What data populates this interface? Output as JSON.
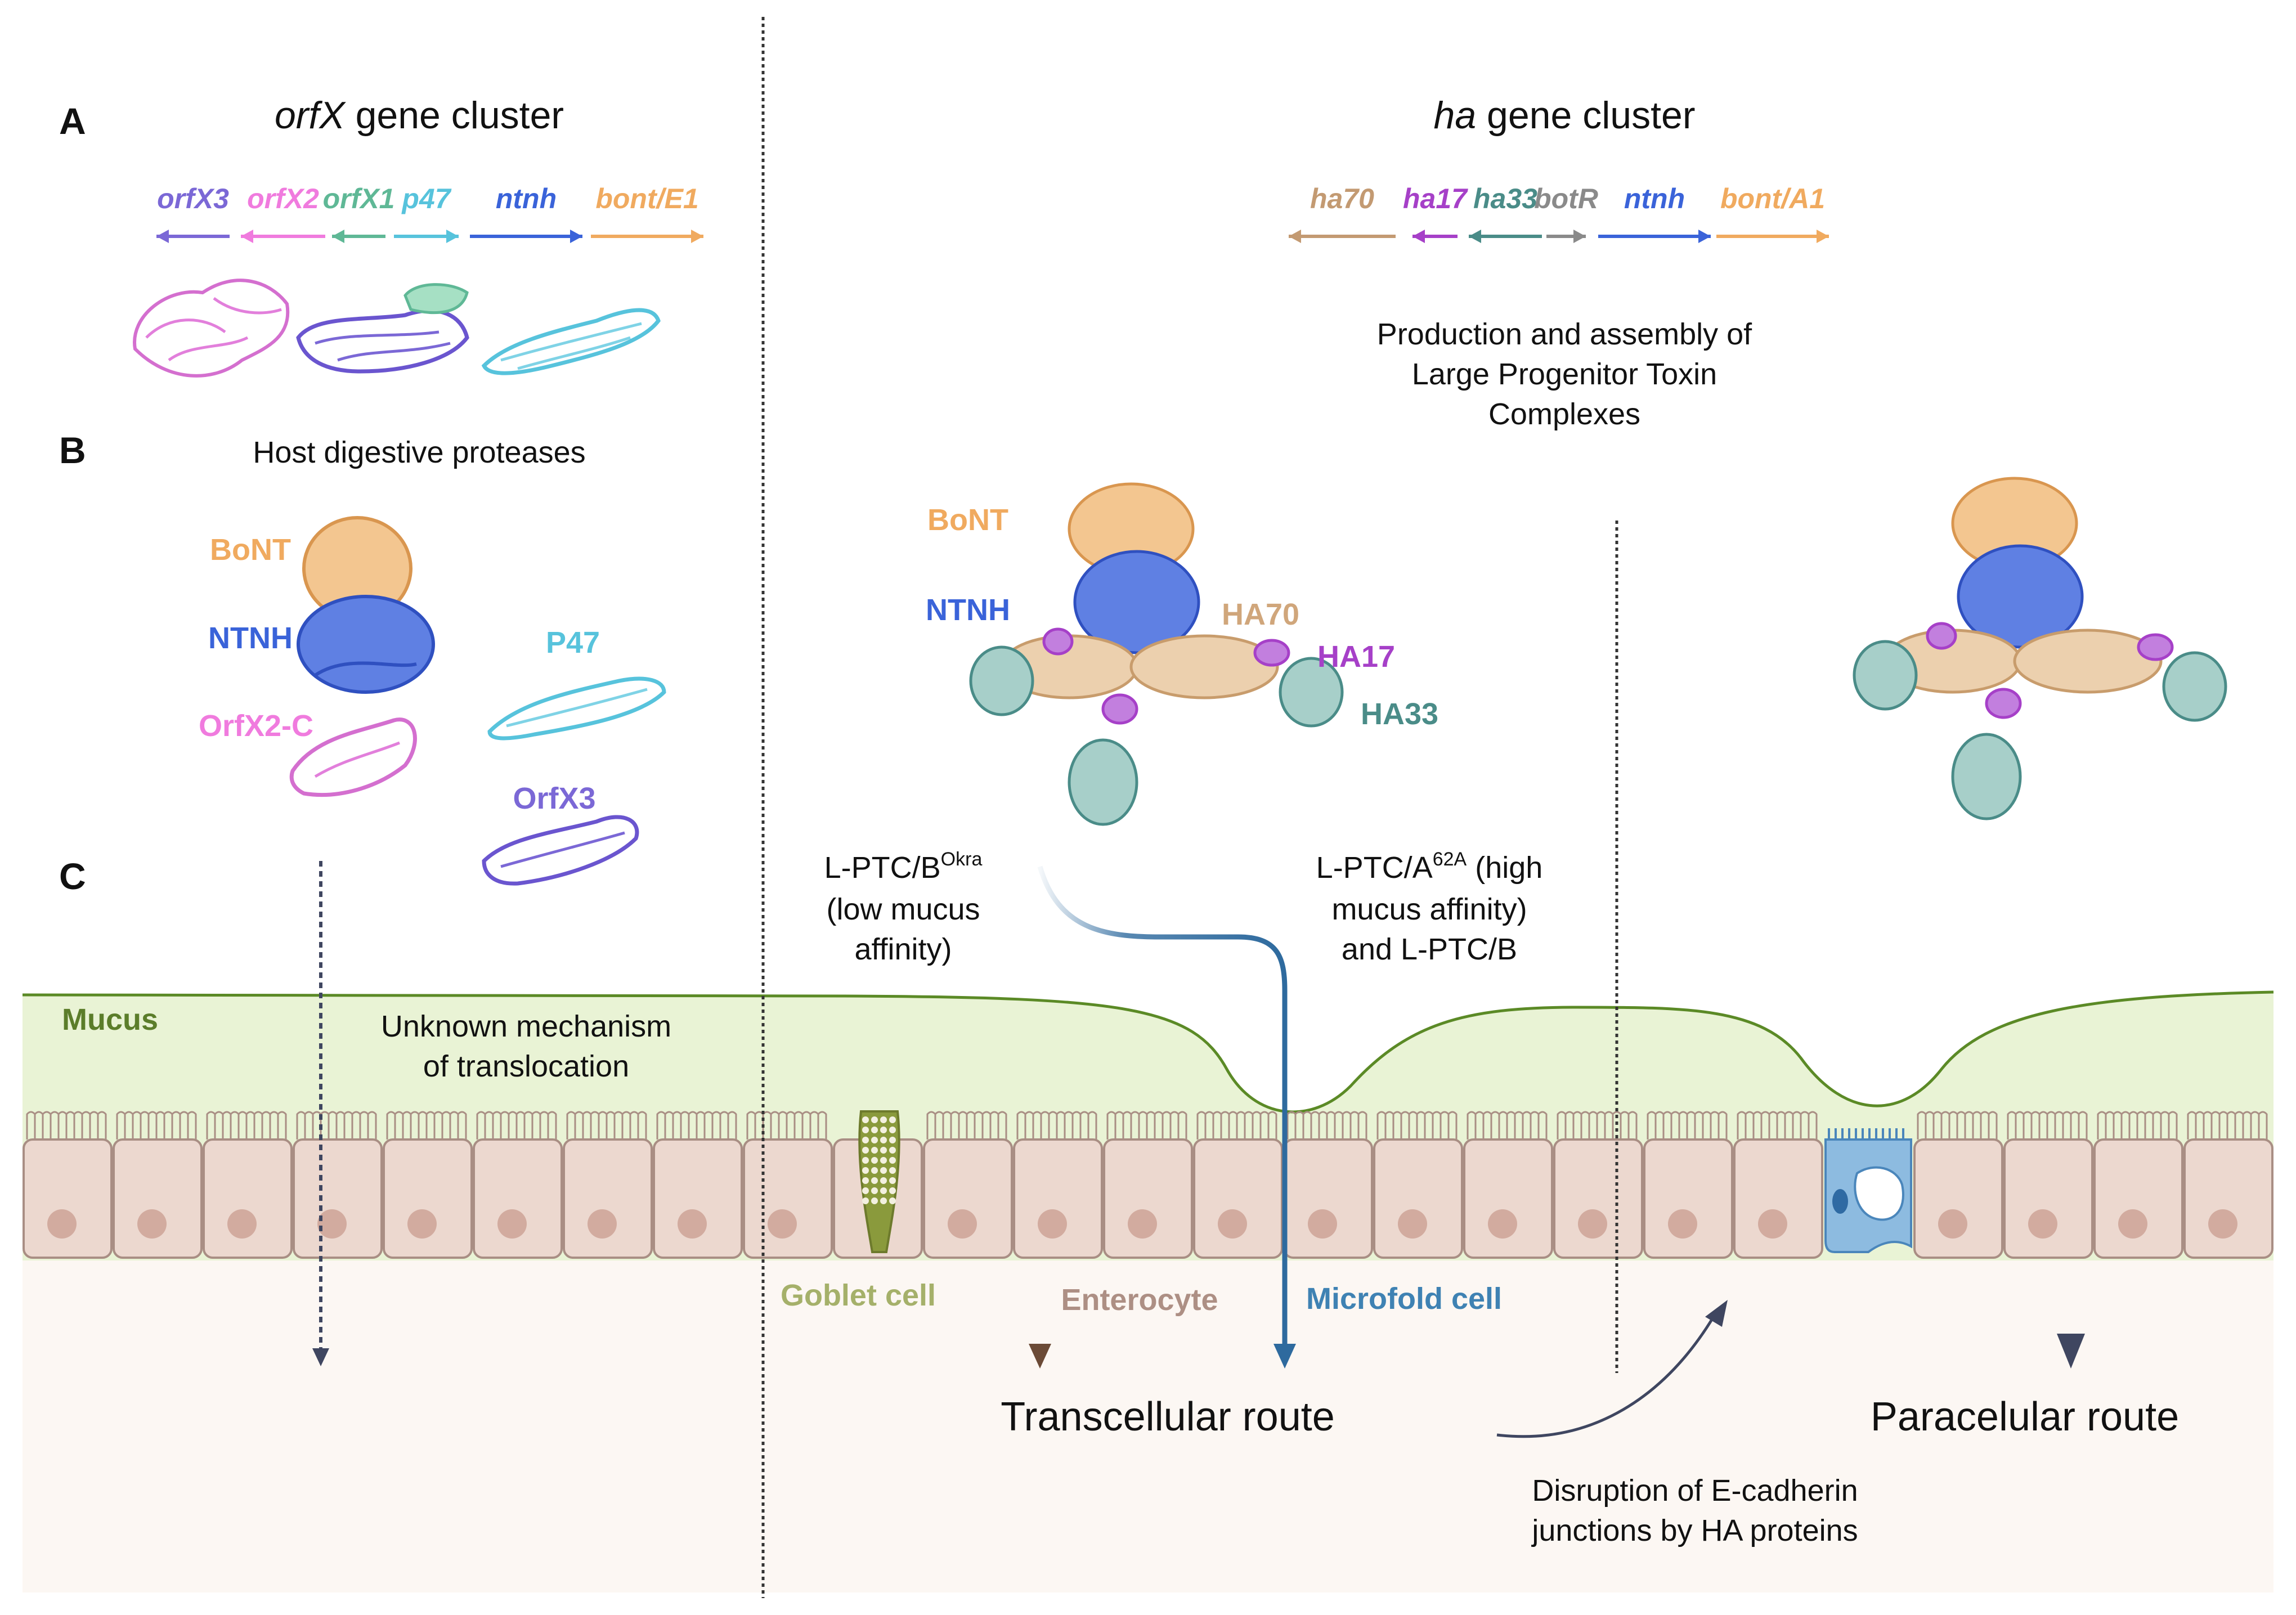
{
  "panels": {
    "a": "A",
    "b": "B",
    "c": "C"
  },
  "orfx_cluster": {
    "title_italic": "orfX",
    "title_rest": " gene cluster",
    "genes": [
      {
        "label": "orfX3",
        "color": "#7b68d6",
        "direction": "left"
      },
      {
        "label": "orfX2",
        "color": "#f07bde",
        "direction": "left"
      },
      {
        "label": "orfX1",
        "color": "#5fb896",
        "direction": "left"
      },
      {
        "label": "p47",
        "color": "#57c3dc",
        "direction": "right"
      },
      {
        "label": "ntnh",
        "color": "#3a63d9",
        "direction": "right"
      },
      {
        "label": "bont/E1",
        "color": "#f0aa5f",
        "direction": "right"
      }
    ]
  },
  "ha_cluster": {
    "title_italic": "ha",
    "title_rest": " gene cluster",
    "genes": [
      {
        "label": "ha70",
        "color": "#c39a72",
        "direction": "left"
      },
      {
        "label": "ha17",
        "color": "#a640c8",
        "direction": "left"
      },
      {
        "label": "ha33",
        "color": "#4a8c88",
        "direction": "left"
      },
      {
        "label": "botR",
        "color": "#8a8a8a",
        "direction": "right"
      },
      {
        "label": "ntnh",
        "color": "#3a63d9",
        "direction": "right"
      },
      {
        "label": "bont/A1",
        "color": "#f0aa5f",
        "direction": "right"
      }
    ],
    "production_note": [
      "Production and assembly of",
      "Large Progenitor Toxin",
      "Complexes"
    ]
  },
  "panel_b": {
    "host_proteases": "Host digestive proteases",
    "labels": {
      "bont": "BoNT",
      "ntnh": "NTNH",
      "p47": "P47",
      "orfx2c": "OrfX2-C",
      "orfx3": "OrfX3"
    }
  },
  "lptc_labels": {
    "bont": "BoNT",
    "ntnh": "NTNH",
    "ha70": "HA70",
    "ha17": "HA17",
    "ha33": "HA33"
  },
  "panel_c": {
    "okra_prefix": "L-PTC/B",
    "okra_sup": "Okra",
    "okra_lines": [
      "(low mucus",
      "affinity)"
    ],
    "a62a_prefix": "L-PTC/A",
    "a62a_sup": "62A",
    "a62a_suffix": " (high",
    "a62a_lines": [
      "mucus affinity)",
      "and L-PTC/B"
    ],
    "mucus": "Mucus",
    "unknown": [
      "Unknown mechanism",
      "of translocation"
    ],
    "goblet": "Goblet cell",
    "enterocyte": "Enterocyte",
    "microfold": "Microfold cell",
    "transcellular": "Transcellular route",
    "paracellular": "Paracelular route",
    "disruption": [
      "Disruption of E-cadherin",
      "junctions by HA proteins"
    ]
  },
  "colors": {
    "mucus_fill": "#e9f3d5",
    "mucus_line": "#5b8a26",
    "mucus_text": "#5b7d2a",
    "cell_fill": "#ecd8cf",
    "cell_stroke": "#a98e84",
    "nucleus": "#d2ab9f",
    "goblet_fill": "#8a9a3c",
    "goblet_text": "#a5b06a",
    "microfold_fill": "#8dbbe0",
    "microfold_text": "#3f82b3",
    "enterocyte_text": "#ad8f84",
    "arrow_brown": "#6b4a36",
    "arrow_blue": "#2e6a9e",
    "arrow_dark": "#3f4660",
    "bont": "#f0aa5f",
    "ntnh": "#3a63d9",
    "ha70": "#d7ae82",
    "ha17": "#a640c8",
    "ha33": "#4a8c88",
    "p47": "#57c3dc",
    "orfx2": "#f07bde",
    "orfx3": "#7b68d6",
    "orfx1": "#5fb896",
    "lumen_bottom": "#fcf7f3"
  }
}
